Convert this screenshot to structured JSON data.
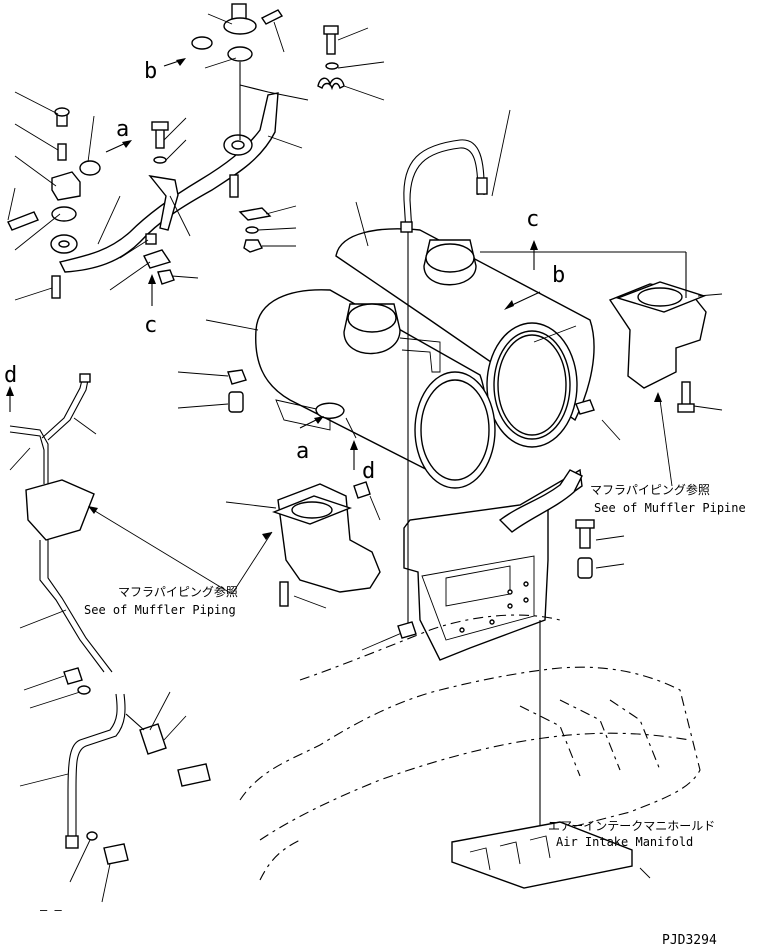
{
  "diagram": {
    "drawing_number": "PJD3294",
    "view_labels": [
      "a",
      "b",
      "c",
      "d"
    ],
    "references": {
      "muffler_piping_jp": "マフラパイピング参照",
      "muffler_piping_en": "See of Muffler Piping",
      "muffler_piping_right_jp": "マフラパイピング参照",
      "muffler_piping_right_en": "See of Muffler Pipine",
      "intake_manifold_jp": "エアーインテークマニホールド",
      "intake_manifold_en": "Air Intake Manifold"
    },
    "corner_mark": "— —"
  }
}
